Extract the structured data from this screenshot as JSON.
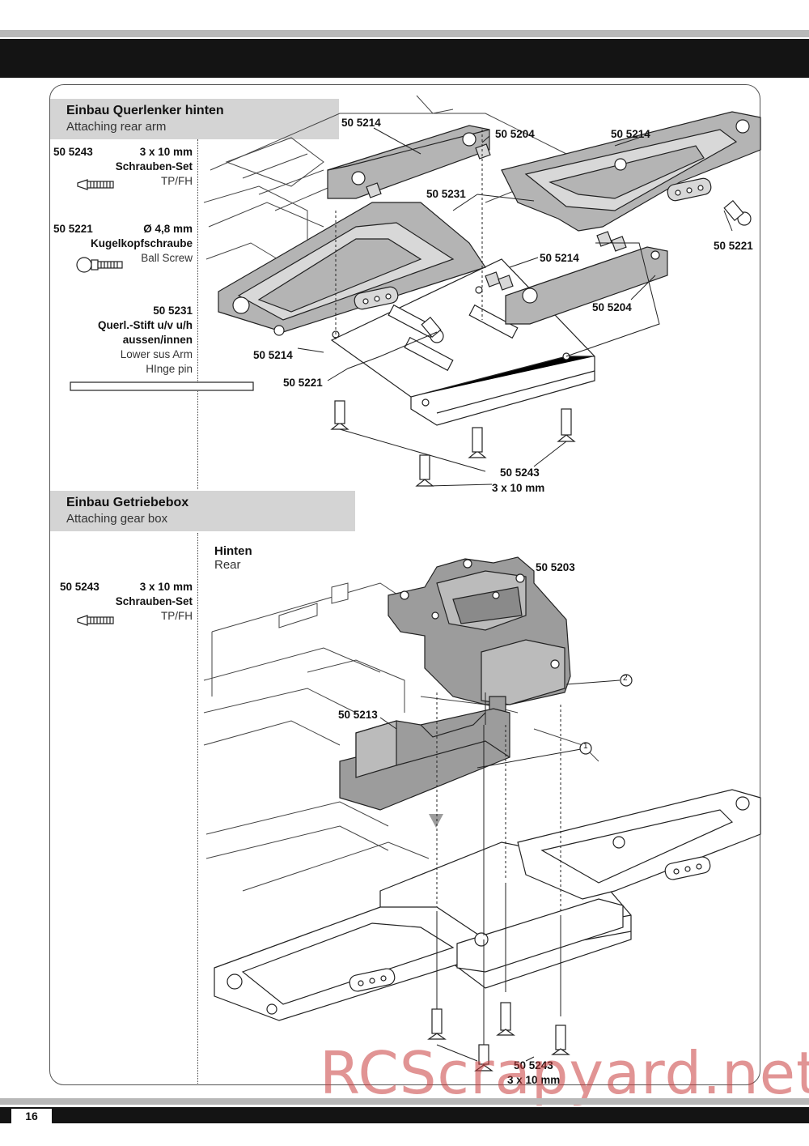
{
  "page_number": "16",
  "watermark": "RCScrapyard.net",
  "section1": {
    "title_de": "Einbau Querlenker hinten",
    "title_en": "Attaching rear arm",
    "parts": [
      {
        "number": "50 5243",
        "size": "3 x 10 mm",
        "name_de": "Schrauben-Set",
        "name_en": "TP/FH",
        "icon": "screw-icon"
      },
      {
        "number": "50 5221",
        "size": "Ø 4,8 mm",
        "name_de": "Kugelkopfschraube",
        "name_en": "Ball Screw",
        "icon": "ball-screw-icon"
      },
      {
        "number": "50 5231",
        "name_de_lines": [
          "Querl.-Stift u/v u/h",
          "aussen/innen"
        ],
        "name_en_lines": [
          "Lower sus Arm",
          "HInge pin"
        ],
        "icon": "hinge-pin-icon"
      }
    ],
    "callouts": {
      "c1": "50 5214",
      "c2": "50 5204",
      "c3": "50 5214",
      "c4": "50 5231",
      "c5": "50 5221",
      "c6": "50 5214",
      "c7": "50 5204",
      "c8": "50 5214",
      "c9": "50 5221",
      "c10": "50 5243",
      "c11": "3 x 10 mm"
    }
  },
  "section2": {
    "title_de": "Einbau Getriebebox",
    "title_en": "Attaching gear box",
    "parts": [
      {
        "number": "50 5243",
        "size": "3 x 10 mm",
        "name_de": "Schrauben-Set",
        "name_en": "TP/FH",
        "icon": "screw-icon"
      }
    ],
    "subtitle_de": "Hinten",
    "subtitle_en": "Rear",
    "callouts": {
      "c1": "50 5203",
      "c2": "2",
      "c3": "50 5213",
      "c4": "1",
      "c5": "50 5243",
      "c6": "3 x 10 mm"
    }
  }
}
